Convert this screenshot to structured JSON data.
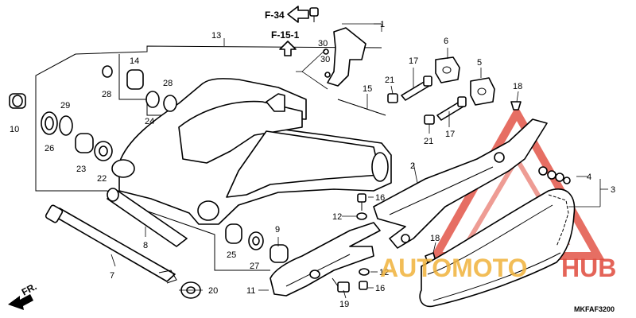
{
  "diagram": {
    "code": "MKFAF3200",
    "direction_label": "FR.",
    "refs": {
      "ref_a": "F-34",
      "ref_b": "F-15-1"
    },
    "watermark": {
      "text_a": "AUTOMOTO",
      "text_b": "HUB"
    },
    "callouts": {
      "c1": "1",
      "c2": "2",
      "c3": "3",
      "c4": "4",
      "c5": "5",
      "c6": "6",
      "c7": "7",
      "c8": "8",
      "c9": "9",
      "c10": "10",
      "c11": "11",
      "c12a": "12",
      "c12b": "12",
      "c13": "13",
      "c14": "14",
      "c15": "15",
      "c16a": "16",
      "c16b": "16",
      "c17a": "17",
      "c17b": "17",
      "c18a": "18",
      "c18b": "18",
      "c19": "19",
      "c20": "20",
      "c21a": "21",
      "c21b": "21",
      "c22": "22",
      "c23": "23",
      "c24": "24",
      "c25": "25",
      "c26": "26",
      "c27": "27",
      "c28a": "28",
      "c28b": "28",
      "c29": "29",
      "c30a": "30",
      "c30b": "30"
    },
    "colors": {
      "watermark_red": "#e04a3c",
      "watermark_gold": "#f0b23a",
      "ink": "#000000"
    }
  }
}
